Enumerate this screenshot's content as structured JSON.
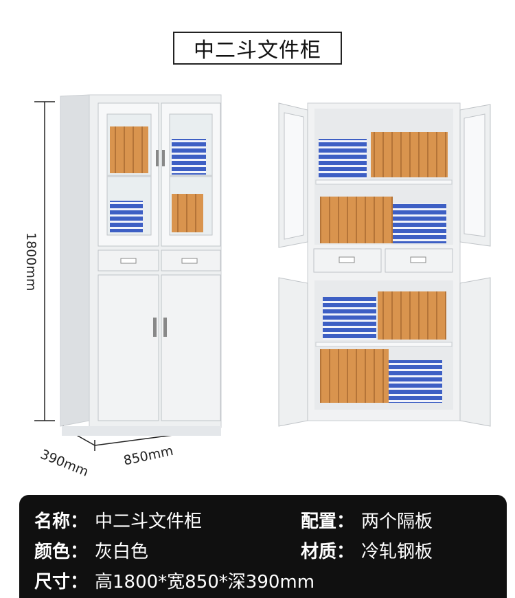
{
  "title": "中二斗文件柜",
  "dimensions": {
    "height": "1800mm",
    "depth": "390mm",
    "width": "850mm"
  },
  "specs": {
    "name_label": "名称：",
    "name_value": "中二斗文件柜",
    "color_label": "颜色：",
    "color_value": "灰白色",
    "size_label": "尺寸：",
    "size_value": "高1800*宽850*深390mm",
    "config_label": "配置：",
    "config_value": "两个隔板",
    "material_label": "材质：",
    "material_value": "冷轧钢板"
  },
  "colors": {
    "cabinet": "#eef0f1",
    "cabinet_edge": "#c9cdd1",
    "binder_orange": "#d9944e",
    "binder_blue": "#3d5fc4",
    "panel": "#101010"
  }
}
